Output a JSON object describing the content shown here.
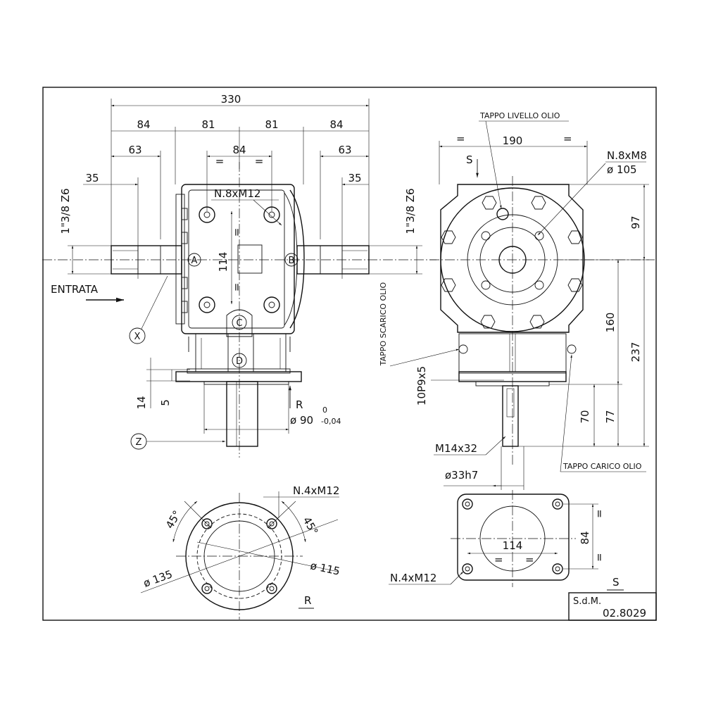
{
  "colors": {
    "ink": "#111111",
    "paper": "#ffffff"
  },
  "front_view": {
    "dims": {
      "overall": "330",
      "left_84": "84",
      "left_81": "81",
      "right_81": "81",
      "right_84": "84",
      "left_63": "63",
      "center_84": "84",
      "right_63": "63",
      "left_35": "35",
      "right_35": "35",
      "eq_left": "=",
      "eq_right": "=",
      "height_114": "114",
      "eq_vert_top": "=",
      "eq_vert_bot": "=",
      "flange_14": "14",
      "flange_5": "5"
    },
    "shaft_left": "1\"3/8 Z6",
    "shaft_right": "1\"3/8 Z6",
    "bolts_label": "N.8xM12",
    "input_label": "ENTRATA",
    "markers": {
      "a": "A",
      "b": "B",
      "c": "C",
      "d": "D",
      "x": "X",
      "z": "Z"
    },
    "flange_r": "R",
    "flange_diameter": "ø 90",
    "flange_tol_upper": "0",
    "flange_tol_lower": "-0,04"
  },
  "side_view": {
    "dims": {
      "width_190": "190",
      "eq_left": "=",
      "eq_right": "=",
      "d97": "97",
      "d160": "160",
      "d237": "237",
      "d70": "70",
      "d77": "77"
    },
    "bolts_label": "N.8xM8",
    "bolt_circle": "ø 105",
    "oil_level_label": "TAPPO LIVELLO OLIO",
    "oil_drain_label": "TAPPO SCARICO OLIO",
    "oil_fill_label": "TAPPO CARICO OLIO",
    "key_label": "10P9x5",
    "thread_label": "M14x32",
    "shaft_diameter": "ø33h7",
    "view_s": "S"
  },
  "flange_view": {
    "bolts_label": "N.4xM12",
    "angle_left": "45°",
    "angle_right": "45°",
    "diameter_outer": "ø 135",
    "diameter_bolt": "ø 115",
    "view_r": "R"
  },
  "base_view": {
    "bolts_label": "N.4xM12",
    "width_114": "114",
    "height_84": "84",
    "eq_h1": "=",
    "eq_h2": "=",
    "eq_v1": "=",
    "eq_v2": "=",
    "view_s": "S"
  },
  "title_block": {
    "label": "S.d.M.",
    "code": "02.8029"
  }
}
